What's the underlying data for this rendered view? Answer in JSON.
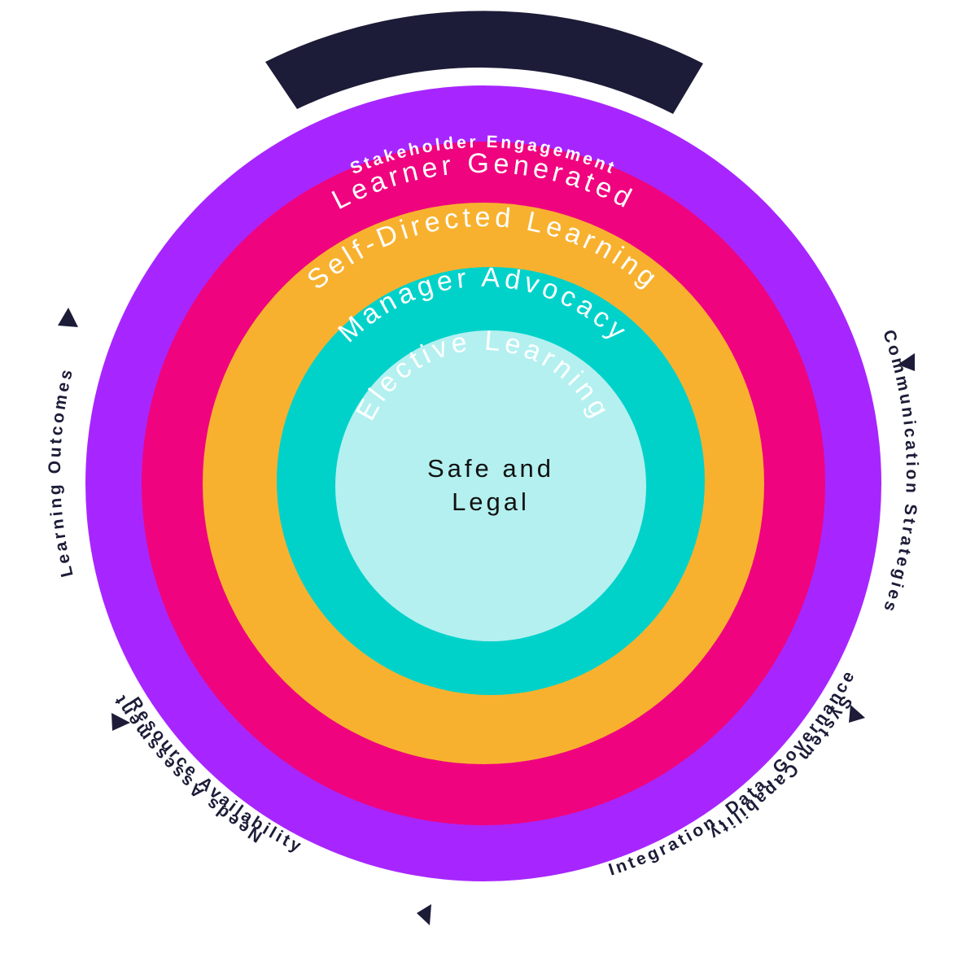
{
  "center": {
    "line1": "Safe and",
    "line2": "Legal",
    "color": "#b4f0f0"
  },
  "rings": [
    {
      "label": "Learner Generated",
      "color": "#a726ff"
    },
    {
      "label": "Self-Directed Learning",
      "color": "#f0037f"
    },
    {
      "label": "Manager Advocacy",
      "color": "#f8b12f"
    },
    {
      "label": "Elective Learning",
      "color": "#00d2ca"
    }
  ],
  "banner": {
    "label": "Stakeholder Engagement",
    "color": "#1c1c38"
  },
  "outer_labels": {
    "needs": "Needs Assessment",
    "outcomes": "Learning Outcomes",
    "integration": "Integration, Data, Governance",
    "resource": "Resource Availability",
    "communication": "Communication Strategies",
    "system": "System Capability"
  },
  "arrow_color": "#1c1c38"
}
